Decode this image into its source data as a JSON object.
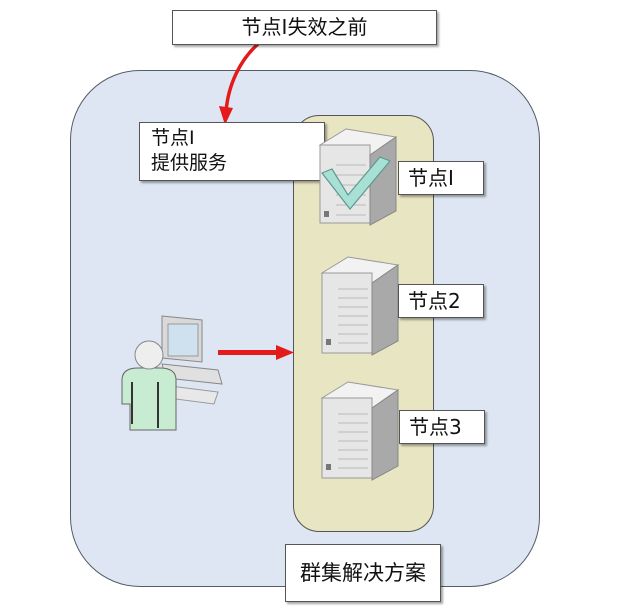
{
  "diagram": {
    "title_label": "节点I失效之前",
    "provide_label": {
      "line1": "节点I",
      "line2": "提供服务"
    },
    "nodes": [
      {
        "label": "节点I",
        "status": "active",
        "status_icon": "checkmark-icon"
      },
      {
        "label": "节点2",
        "status": "standby"
      },
      {
        "label": "节点3",
        "status": "standby"
      }
    ],
    "client": {
      "icon": "user-workstation-icon"
    },
    "cluster_label": "群集解决方案",
    "colors": {
      "outer_bg": "#dde6f2",
      "inner_bg": "#e8e5c2",
      "arrow": "#e31b1b",
      "check": "#a8e0d6",
      "person": "#c8ecd2"
    }
  }
}
